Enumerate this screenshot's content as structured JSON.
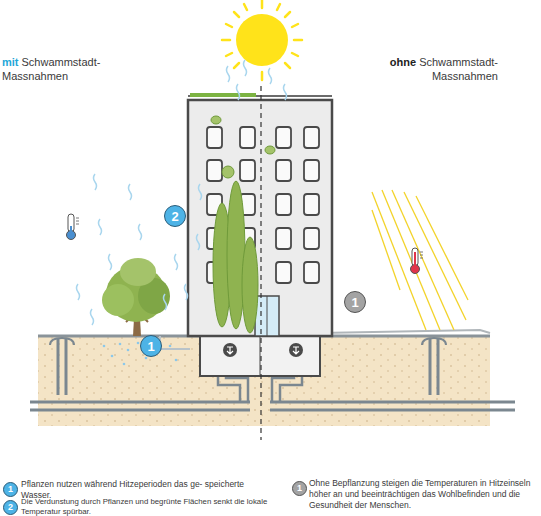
{
  "diagram": {
    "nodes": [
      {
        "text": [
          "2"
        ]
      },
      {
        "text": [
          "1"
        ]
      },
      {
        "text": [
          "1"
        ]
      },
      {
        "text": [
          "1"
        ]
      },
      {
        "text": [
          "2"
        ]
      },
      {
        "text": [
          "1"
        ]
      }
    ],
    "labels": [
      "mit",
      "Schwammstadt- Massnahmen",
      "ohne",
      "Schwammstadt- Massnahmen",
      "Pflanzen nutzen während Hitzeperioden das ge- speicherte Wasser.",
      "Die Verdunstung durch Pflanzen und begrünte Flächen senkt die lokale Temperatur spürbar.",
      "Ohne Bepflanzung steigen die Temperaturen in Hitzeinseln höher an und beeinträchtigen das Wohlbefinden und die Gesundheit der Menschen."
    ]
  }
}
